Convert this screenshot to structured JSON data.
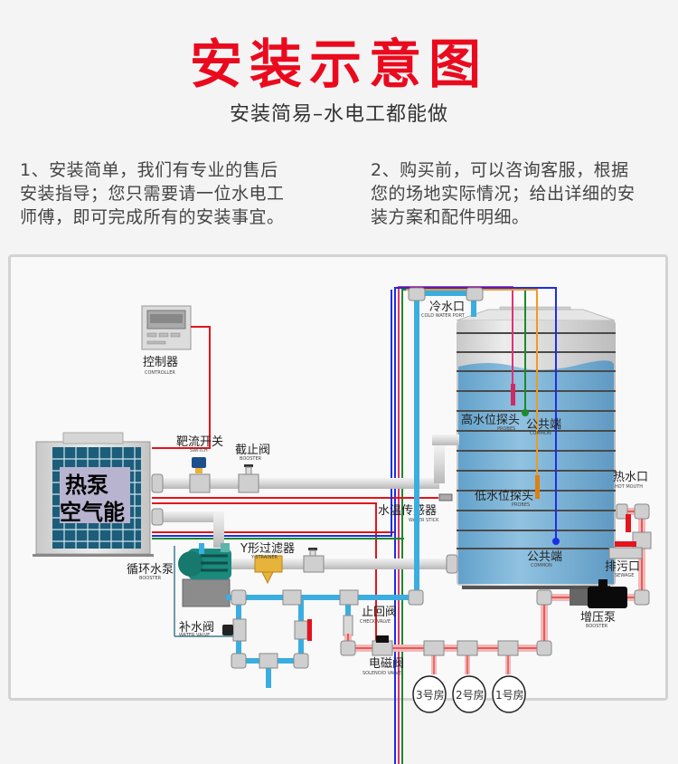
{
  "header": {
    "title": "安装示意图",
    "subtitle": "安装简易–水电工都能做"
  },
  "notes": [
    {
      "lines": [
        "1、安装简单，我们有专业的售后",
        "安装指导；您只需要请一位水电工",
        "师傅，即可完成所有的安装事宜。"
      ]
    },
    {
      "lines": [
        "2、购买前，可以咨询客服，根据",
        "您的场地实际情况；给出详细的安",
        "装方案和配件明细。"
      ]
    }
  ],
  "colors": {
    "title": "#ea0a1e",
    "pipe_cold": "#3aaee0",
    "pipe_hot": "#e43a3a",
    "wire_red": "#e3141b",
    "wire_blue": "#1a2ee8",
    "wire_green": "#1c8a2a",
    "wire_orange": "#f39a1e",
    "wire_pink": "#e0307a",
    "tank_water": "#5b9fcc",
    "heat_pump_panel": "#b8b4d0"
  },
  "diagram": {
    "heat_pump": {
      "line1": "热泵",
      "line2": "空气能"
    },
    "components": {
      "controller": {
        "cn": "控制器",
        "en": "CONTROLLER"
      },
      "flow_switch": {
        "cn": "靶流开关",
        "en": "SWITCH"
      },
      "stop_valve": {
        "cn": "截止阀",
        "en": "BOOSTER"
      },
      "circulation_pump": {
        "cn": "循环水泵",
        "en": "BOOSTER"
      },
      "y_strainer": {
        "cn": "Y形过滤器",
        "en": "Y-STRAINER"
      },
      "water_sensor": {
        "cn": "水温传感器",
        "en": "WATER STICK"
      },
      "cold_water_port": {
        "cn": "冷水口",
        "en": "COLD WATER PORT"
      },
      "high_probe": {
        "cn": "高水位探头",
        "en": "PROBES"
      },
      "common_top": {
        "cn": "公共端",
        "en": "COMMON"
      },
      "low_probe": {
        "cn": "低水位探头",
        "en": "PROBES"
      },
      "common_bottom": {
        "cn": "公共端",
        "en": "COMMON"
      },
      "hot_mouth": {
        "cn": "热水口",
        "en": "HOT MOUTH"
      },
      "sewage": {
        "cn": "排污口",
        "en": "SEWAGE"
      },
      "booster_pump": {
        "cn": "增压泵",
        "en": "BOOSTER"
      },
      "makeup_valve": {
        "cn": "补水阀",
        "en": "WATER VALVE"
      },
      "check_valve": {
        "cn": "止回阀",
        "en": "CHECK VALVE"
      },
      "solenoid_valve": {
        "cn": "电磁阀",
        "en": "SOLENOID VALVE"
      }
    },
    "rooms": [
      "3号房",
      "2号房",
      "1号房"
    ]
  }
}
